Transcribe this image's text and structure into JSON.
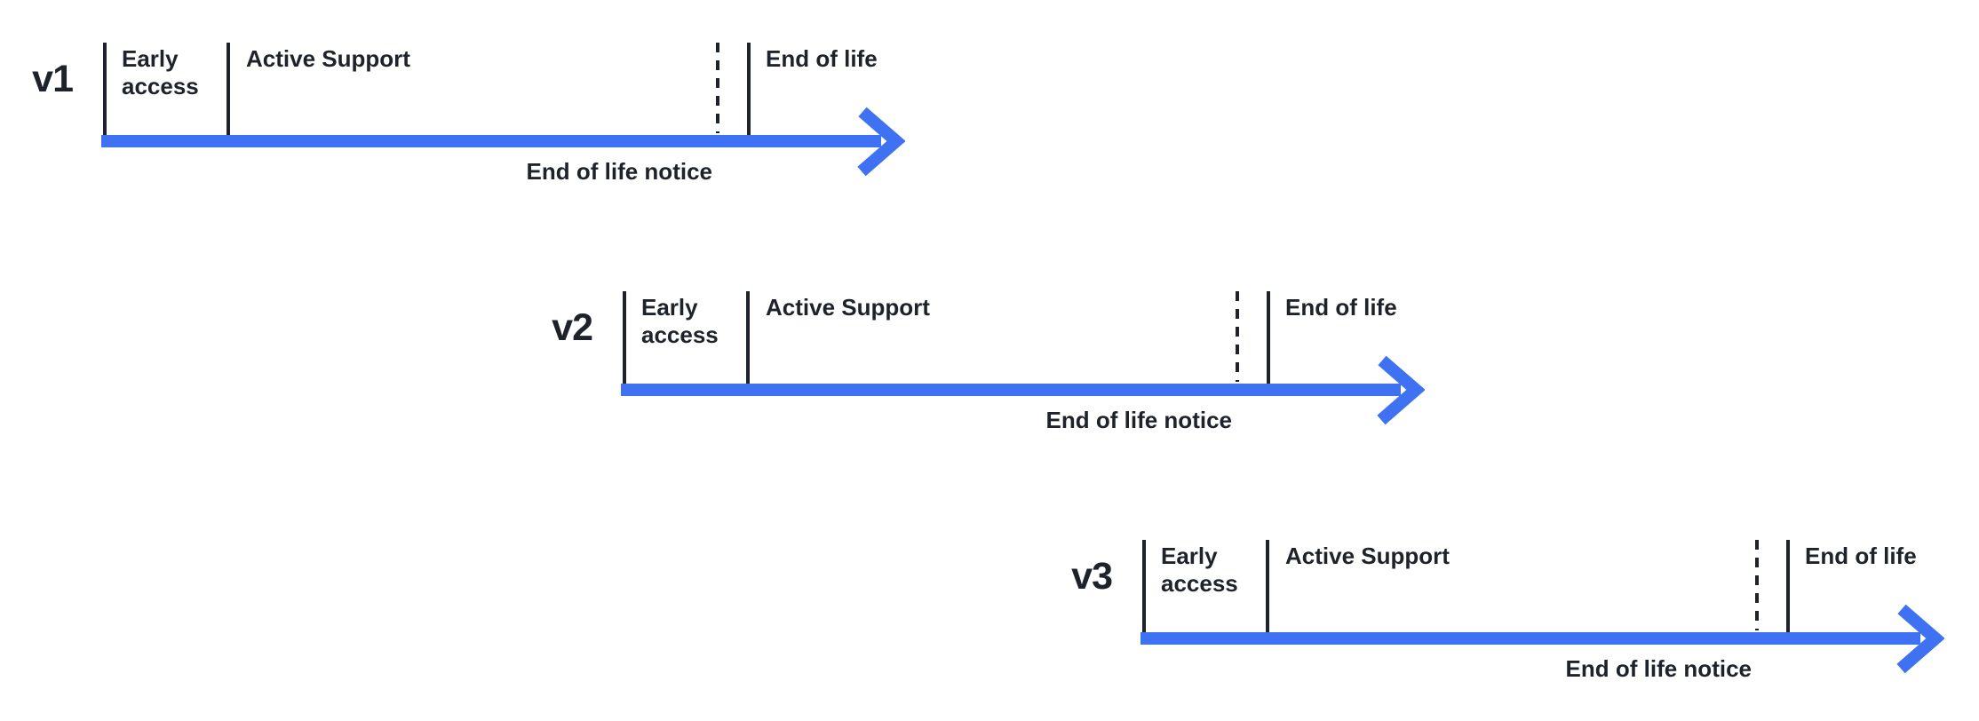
{
  "diagram": {
    "type": "version-lifecycle-timeline",
    "accent_color": "#3E72F2",
    "ink_color": "#1E232B",
    "timelines": [
      {
        "version": "v1",
        "labels": {
          "early_access": "Early access",
          "active_support": "Active Support",
          "end_of_life": "End of life",
          "end_of_life_notice": "End of life notice"
        }
      },
      {
        "version": "v2",
        "labels": {
          "early_access": "Early access",
          "active_support": "Active Support",
          "end_of_life": "End of life",
          "end_of_life_notice": "End of life notice"
        }
      },
      {
        "version": "v3",
        "labels": {
          "early_access": "Early access",
          "active_support": "Active Support",
          "end_of_life": "End of life",
          "end_of_life_notice": "End of life notice"
        }
      }
    ]
  }
}
